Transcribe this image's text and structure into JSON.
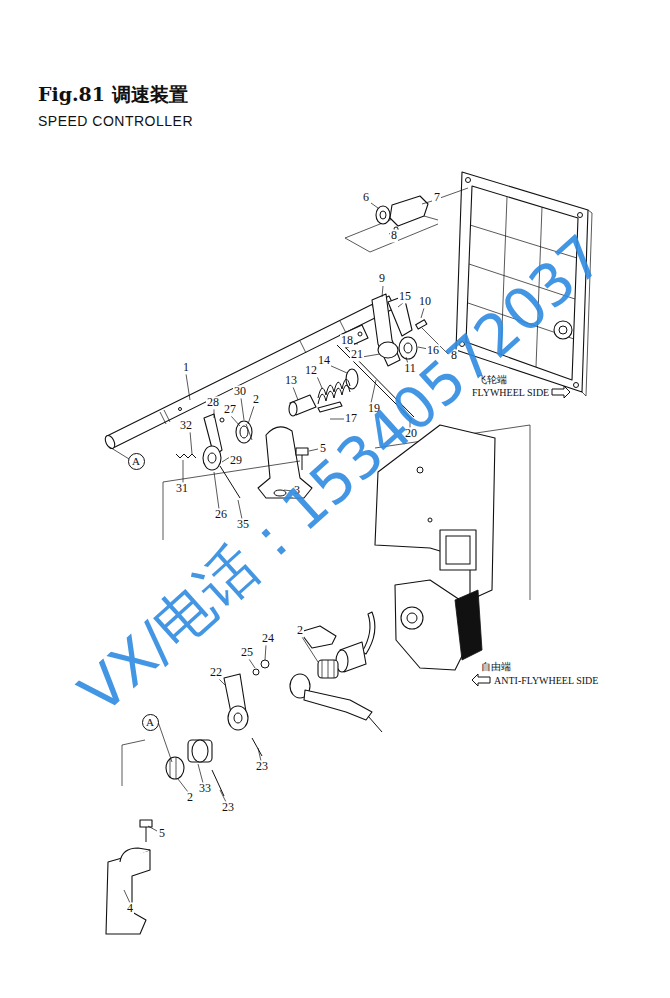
{
  "diagram": {
    "title": "Fig.81 调速装置",
    "nodes": [
      {
        "text": [
          "A"
        ]
      },
      {
        "text": [
          "A"
        ]
      }
    ],
    "labels": [
      "SPEED CONTROLLER",
      "6",
      "7",
      "8",
      "9",
      "15",
      "10",
      "18",
      "21",
      "16",
      "8",
      "11",
      "14",
      "12",
      "13",
      "1",
      "30",
      "2",
      "28",
      "27",
      "19",
      "17",
      "20",
      "32",
      "5",
      "29",
      "31",
      "3",
      "26",
      "35",
      "24",
      "2",
      "25",
      "22",
      "23",
      "33",
      "2",
      "23",
      "5",
      "4",
      "飞轮端",
      "FLYWHEEL SIDE",
      "自由端",
      "ANTI-FLYWHEEL SIDE",
      "VX/电话：15340572037"
    ]
  }
}
